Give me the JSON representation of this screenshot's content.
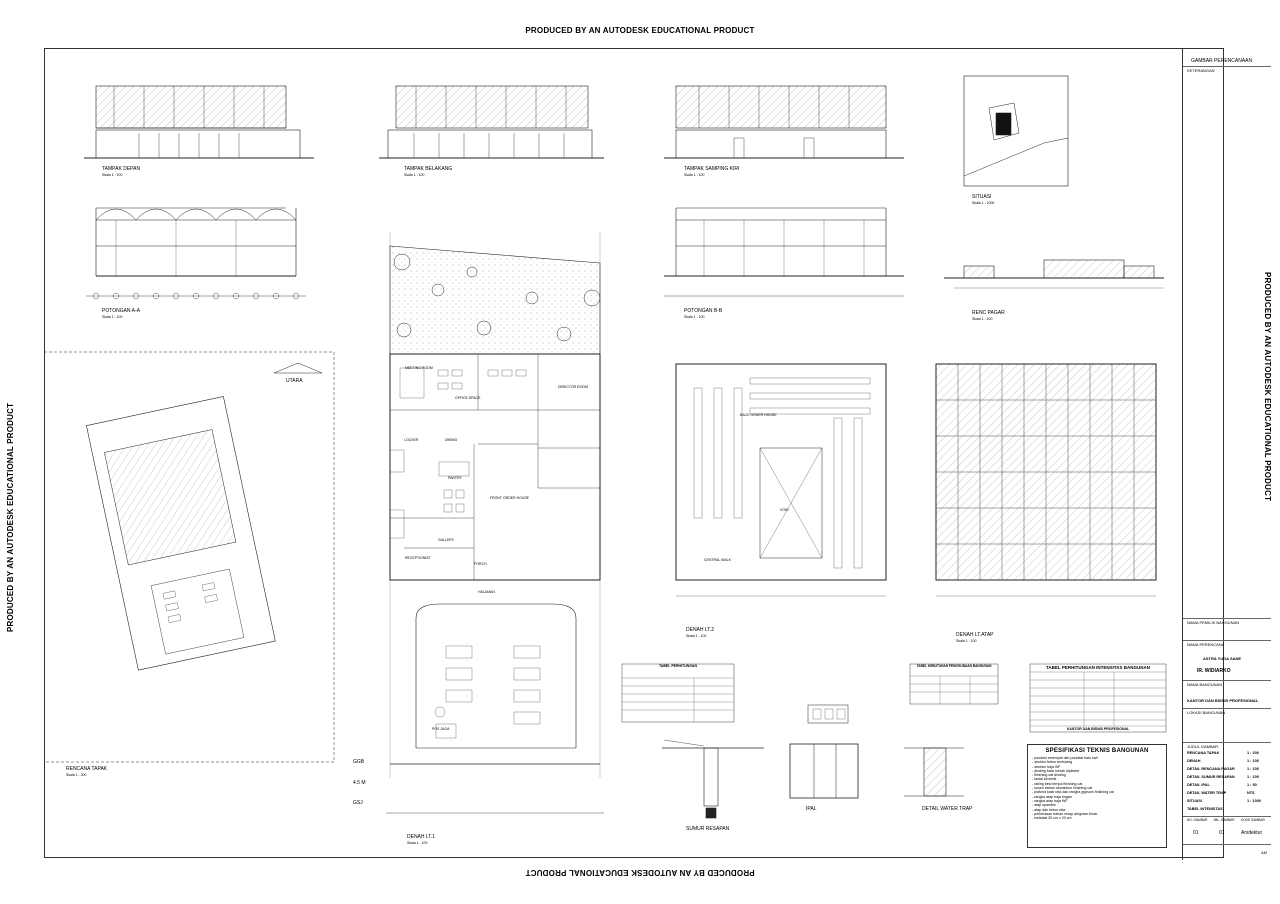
{
  "watermark": "PRODUCED BY AN AUTODESK EDUCATIONAL PRODUCT",
  "drawings": {
    "tampak_depan": "TAMPAK DEPAN",
    "tampak_belakang": "TAMPAK BELAKANG",
    "tampak_samping_kiri": "TAMPAK SAMPING KIRI",
    "situasi": "SITUASI",
    "potongan_aa": "POTONGAN A-A",
    "potongan_bb": "POTONGAN B-B",
    "renc_pagar": "RENC PAGAR",
    "rencana_tapak": "RENCANA TAPAK",
    "denah_lt1": "DENAH LT.1",
    "denah_lt2": "DENAH LT.2",
    "denah_lt_atap": "DENAH LT.ATAP",
    "sumur_resapan": "SUMUR RESAPAN",
    "ipal": "IPAL",
    "detail_water_trap": "DETAIL WATER TRAP",
    "utara": "UTARA",
    "scale_100": "Skala 1 : 100",
    "scale_200": "Skala 1 : 200",
    "scale_1000": "Skala 1 : 1000"
  },
  "levels": {
    "ggb": "GGB",
    "height": "4.5 M",
    "gsj": "GSJ"
  },
  "rooms": {
    "meeting_room": "MEETING ROOM",
    "office_space": "OFFICE SPACE",
    "director_room": "DIRECTOR ROOM",
    "locker": "LOCKER",
    "dining": "DINING",
    "pantry": "PANTRY",
    "front_order_house": "FRONT ORDER HOUSE",
    "gallery": "GALLERY",
    "receptionist": "RECEPTIONIST",
    "porch": "PORCH",
    "halaman": "HALAMAN",
    "back_order_house": "BACK ORDER HOUSE",
    "void": "VOID",
    "central_walk": "CENTRAL WALK",
    "pos_jaga": "POS JAGA"
  },
  "tables": {
    "perhitungan": "TABEL PERHITUNGAN",
    "kebutuhan": "TABEL KEBUTUHAN PENGGUNAAN BANGUNAN",
    "intensitas": "TABEL PERHITUNGAN INTENSITAS BANGUNAN",
    "intensitas_footer": "KANTOR DAN BISNIS PROFESIONAL"
  },
  "spec": {
    "title": "SPESIFIKASI TEKNIS BANGUNAN",
    "items": [
      "- pondasi setempat dan pondasi batu kali",
      "- struktur beton bertulang",
      "- struktur baja WF",
      "- dinding bata merah diplester",
      "- finishing cat dinding",
      "- lantai keramik",
      "- railing besi tempa finishing cat",
      "- kusen bahan aluminium finishing cat",
      "- plafond kalsi rata dan rangka gypsum finishing cat",
      "- rangka atap baja ringan",
      "- rangka atap baja WF",
      "- atap spandek",
      "- atap dak beton sika",
      "- perkerasan bahan resap air/grass block",
      "- instalasi 20 cm x 20 cm"
    ]
  },
  "title_block": {
    "gambar_perencanaan": "GAMBAR PERENCANAAN",
    "keterangan": "KETERANGAN",
    "nama_pemilik": "NAMA PEMILIK BANGUNAN",
    "nama_perencana": "NAMA PERENCANA",
    "firm": "ASTRA YUDA SANE",
    "architect": "IR. WIDIARKO",
    "nama_bangunan": "NAMA BANGUNAN",
    "building": "KANTOR DAN BISNIS PROFESIONAL",
    "lokasi": "LOKASI BANGUNAN",
    "judul_gambar": "JUDUL GAMBAR",
    "sheets": [
      {
        "name": "RENCANA TAPAK",
        "scale": "1 : 200"
      },
      {
        "name": "DENAH",
        "scale": "1 : 100"
      },
      {
        "name": "DETAIL RENCANA PAGAR",
        "scale": "1 : 100"
      },
      {
        "name": "DETAIL SUMUR RESAPAN",
        "scale": "1 : 100"
      },
      {
        "name": "DETAIL IPAL",
        "scale": "1 : 50"
      },
      {
        "name": "DETAIL WATER TRAP",
        "scale": "NTS"
      },
      {
        "name": "SITUASI",
        "scale": "1 : 1000"
      },
      {
        "name": "TABEL INTENSITAS",
        "scale": ""
      }
    ],
    "no_gambar": "NO. GAMBAR",
    "jml_gambar": "JML. GAMBAR",
    "kode_gambar": "KODE GAMBAR",
    "no_val": "01",
    "jml_val": "01",
    "kode_val": "Arsitektur",
    "am": "AM"
  }
}
